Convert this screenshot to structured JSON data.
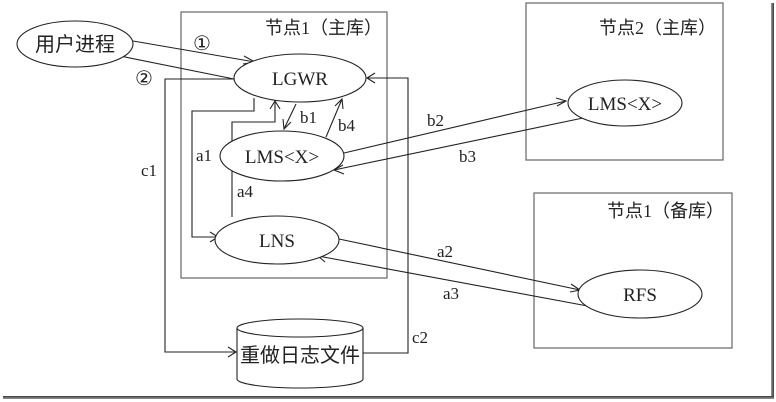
{
  "diagram": {
    "boxes": [
      {
        "id": "node1-primary",
        "title": "节点1（主库）"
      },
      {
        "id": "node2-primary",
        "title": "节点2（主库）"
      },
      {
        "id": "node1-standby",
        "title": "节点1（备库）"
      }
    ],
    "nodes": {
      "user_process": "用户进程",
      "lgwr": "LGWR",
      "lms_local": "LMS<X>",
      "lns": "LNS",
      "lms_remote": "LMS<X>",
      "rfs": "RFS",
      "redo_log": "重做日志文件"
    },
    "edges": {
      "step1": "①",
      "step2": "②",
      "a1": "a1",
      "a2": "a2",
      "a3": "a3",
      "a4": "a4",
      "b1": "b1",
      "b2": "b2",
      "b3": "b3",
      "b4": "b4",
      "c1": "c1",
      "c2": "c2"
    }
  }
}
